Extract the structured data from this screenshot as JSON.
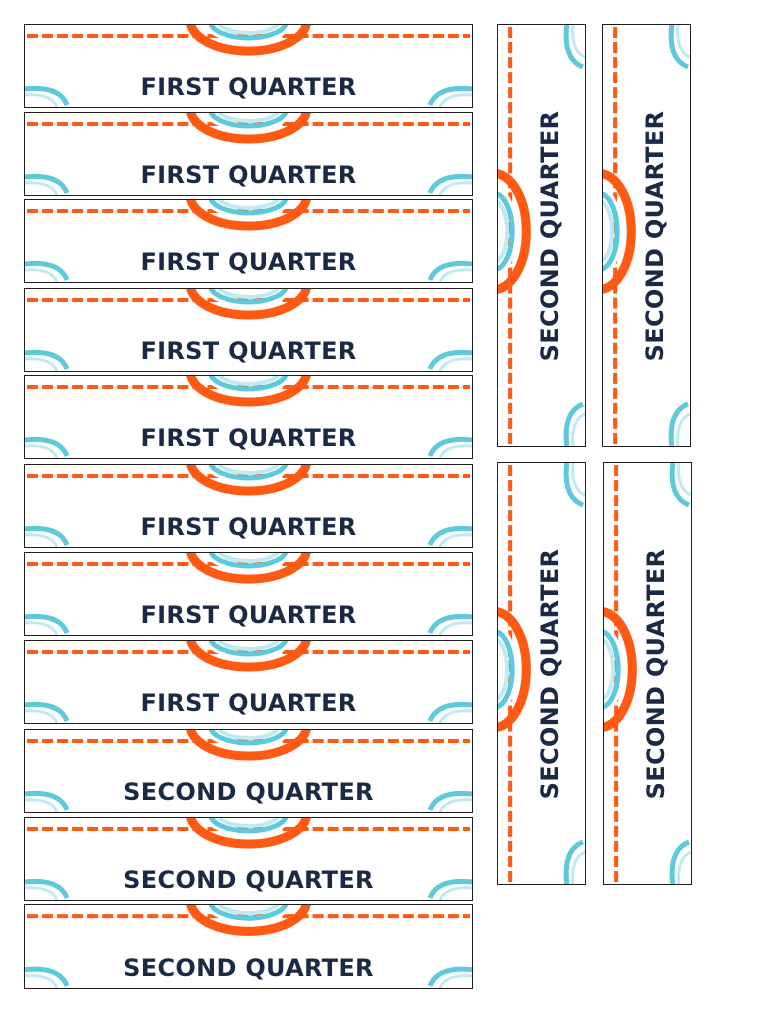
{
  "colors": {
    "orange": "#ff5a14",
    "teal": "#5ec9dc",
    "teal_light": "#bfeaf2",
    "ink": "#1a2a44",
    "border": "#1e1e1e"
  },
  "horizontal_labels": [
    {
      "text": "FIRST QUARTER"
    },
    {
      "text": "FIRST QUARTER"
    },
    {
      "text": "FIRST QUARTER"
    },
    {
      "text": "FIRST QUARTER"
    },
    {
      "text": "FIRST QUARTER"
    },
    {
      "text": "FIRST QUARTER"
    },
    {
      "text": "FIRST QUARTER"
    },
    {
      "text": "FIRST QUARTER"
    },
    {
      "text": "SECOND QUARTER"
    },
    {
      "text": "SECOND QUARTER"
    },
    {
      "text": "SECOND QUARTER"
    }
  ],
  "vertical_labels": [
    {
      "text": "SECOND QUARTER"
    },
    {
      "text": "SECOND QUARTER"
    },
    {
      "text": "SECOND QUARTER"
    },
    {
      "text": "SECOND QUARTER"
    }
  ]
}
